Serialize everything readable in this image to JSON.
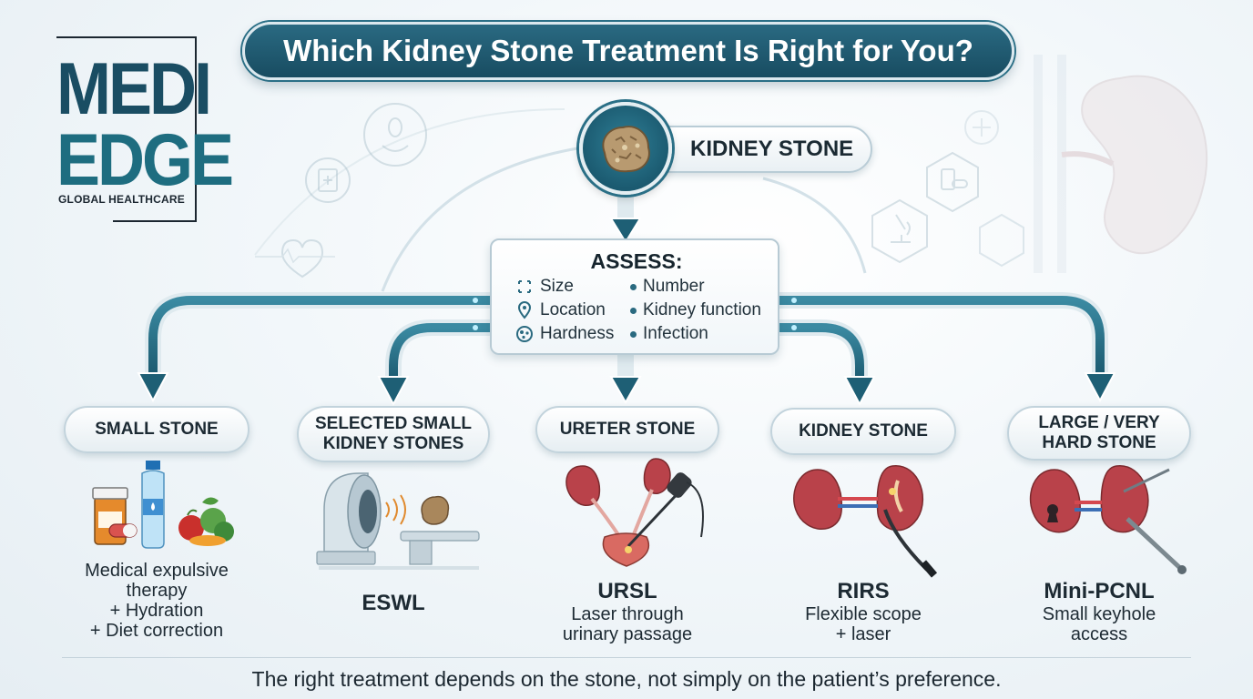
{
  "logo": {
    "line1": "MEDI",
    "line2": "EDGE",
    "tagline": "GLOBAL HEALTHCARE"
  },
  "title": "Which Kidney Stone Treatment Is Right for You?",
  "root": {
    "label": "KIDNEY STONE"
  },
  "assess": {
    "title": "ASSESS:",
    "left_items": [
      "Size",
      "Location",
      "Hardness"
    ],
    "right_items": [
      "Number",
      "Kidney function",
      "Infection"
    ]
  },
  "categories": [
    {
      "label": "SMALL STONE",
      "treatment": "",
      "lines": [
        "Medical expulsive",
        "therapy",
        "+ Hydration",
        "+ Diet correction"
      ]
    },
    {
      "label": "SELECTED SMALL KIDNEY STONES",
      "label_lines": [
        "SELECTED SMALL",
        "KIDNEY STONES"
      ],
      "treatment": "ESWL",
      "lines": []
    },
    {
      "label": "URETER STONE",
      "treatment": "URSL",
      "lines": [
        "Laser through",
        "urinary passage"
      ]
    },
    {
      "label": "KIDNEY STONE",
      "treatment": "RIRS",
      "lines": [
        "Flexible scope",
        "+ laser"
      ]
    },
    {
      "label": "LARGE / VERY HARD STONE",
      "label_lines": [
        "LARGE / VERY",
        "HARD STONE"
      ],
      "treatment": "Mini-PCNL",
      "lines": [
        "Small keyhole",
        "access"
      ]
    }
  ],
  "footer": "The right treatment depends on the stone, not simply on the patient’s preference.",
  "colors": {
    "teal_dark": "#184c61",
    "teal": "#2a6a82",
    "kidney": "#b9424a",
    "stone": "#a98b63"
  },
  "icons": [
    "kidney-stone-icon",
    "ruler-icon",
    "location-pin-icon",
    "hardness-icon",
    "medicine-bottle-icon",
    "water-bottle-icon",
    "vegetables-icon",
    "lithotripsy-machine-icon",
    "ureteroscope-icon",
    "flexible-scope-icon",
    "keyhole-surgery-icon"
  ]
}
